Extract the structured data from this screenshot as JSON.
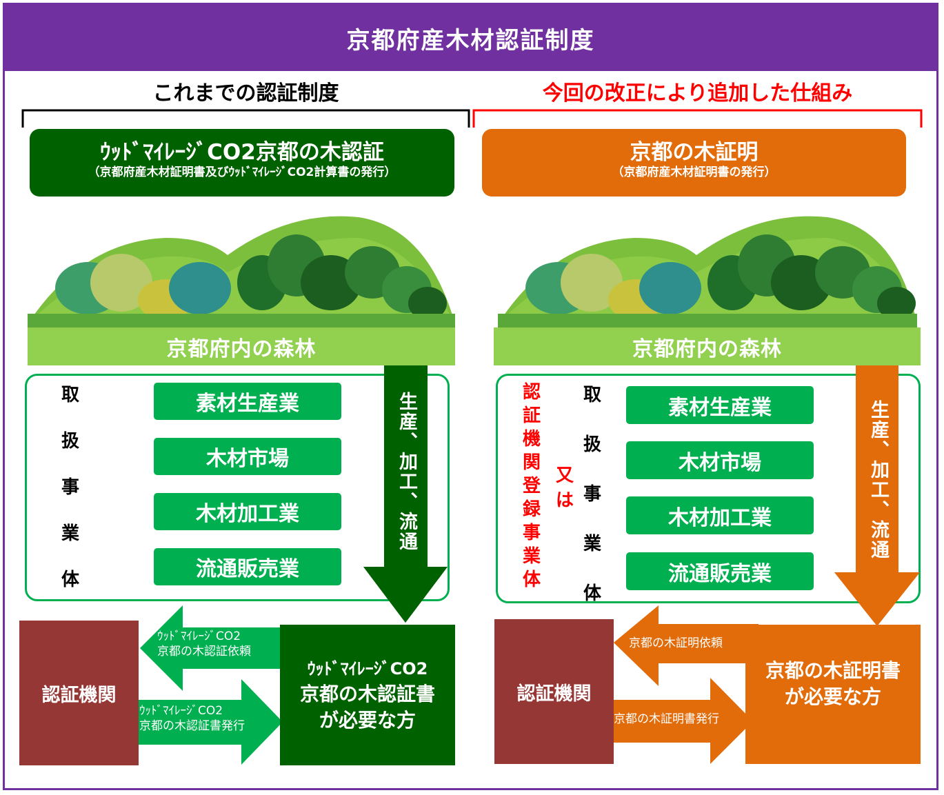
{
  "title": "京都府産木材認証制度",
  "left": {
    "section_title": "これまでの認証制度",
    "cert_name": "ｳｯﾄﾞﾏｲﾚｰｼﾞCO2京都の木認証",
    "cert_sub": "（京都府産木材証明書及びｳｯﾄﾞﾏｲﾚｰｼﾞCO2計算書の発行）",
    "forest_label": "京都府内の森林",
    "handlers_label": [
      "取",
      "扱",
      "事",
      "業",
      "体"
    ],
    "businesses": [
      "素材生産業",
      "木材市場",
      "木材加工業",
      "流通販売業"
    ],
    "flow_label": "生産、加工、流通",
    "cert_body": "認証機関",
    "request_label": [
      "ｳｯﾄﾞﾏｲﾚｰｼﾞCO2",
      "京都の木認証依頼"
    ],
    "issue_label": [
      "ｳｯﾄﾞﾏｲﾚｰｼﾞCO2",
      "京都の木認証書発行"
    ],
    "requester": [
      "ｳｯﾄﾞﾏｲﾚｰｼﾞCO2",
      "京都の木認証書",
      "が必要な方"
    ]
  },
  "right": {
    "section_title": "今回の改正により追加した仕組み",
    "cert_name": "京都の木証明",
    "cert_sub": "（京都府産木材証明書の発行）",
    "forest_label": "京都府内の森林",
    "registered_label": [
      "認",
      "証",
      "機",
      "関",
      "登",
      "録",
      "事",
      "業",
      "体"
    ],
    "or_label": [
      "又",
      "は"
    ],
    "handlers_label": [
      "取",
      "扱",
      "事",
      "業",
      "体"
    ],
    "businesses": [
      "素材生産業",
      "木材市場",
      "木材加工業",
      "流通販売業"
    ],
    "flow_label": "生産、加工、流通",
    "cert_body": "認証機関",
    "request_label": "京都の木証明依頼",
    "issue_label": "京都の木証明書発行",
    "requester": [
      "京都の木証明書",
      "が必要な方"
    ]
  },
  "colors": {
    "header": "#7030a0",
    "dark_green": "#006100",
    "green": "#00b050",
    "light_green": "#92d050",
    "orange": "#e26b0a",
    "brown": "#953735",
    "red": "#ff0000"
  },
  "icons": [
    "forest-illustration",
    "down-arrow",
    "left-arrow",
    "right-arrow"
  ]
}
